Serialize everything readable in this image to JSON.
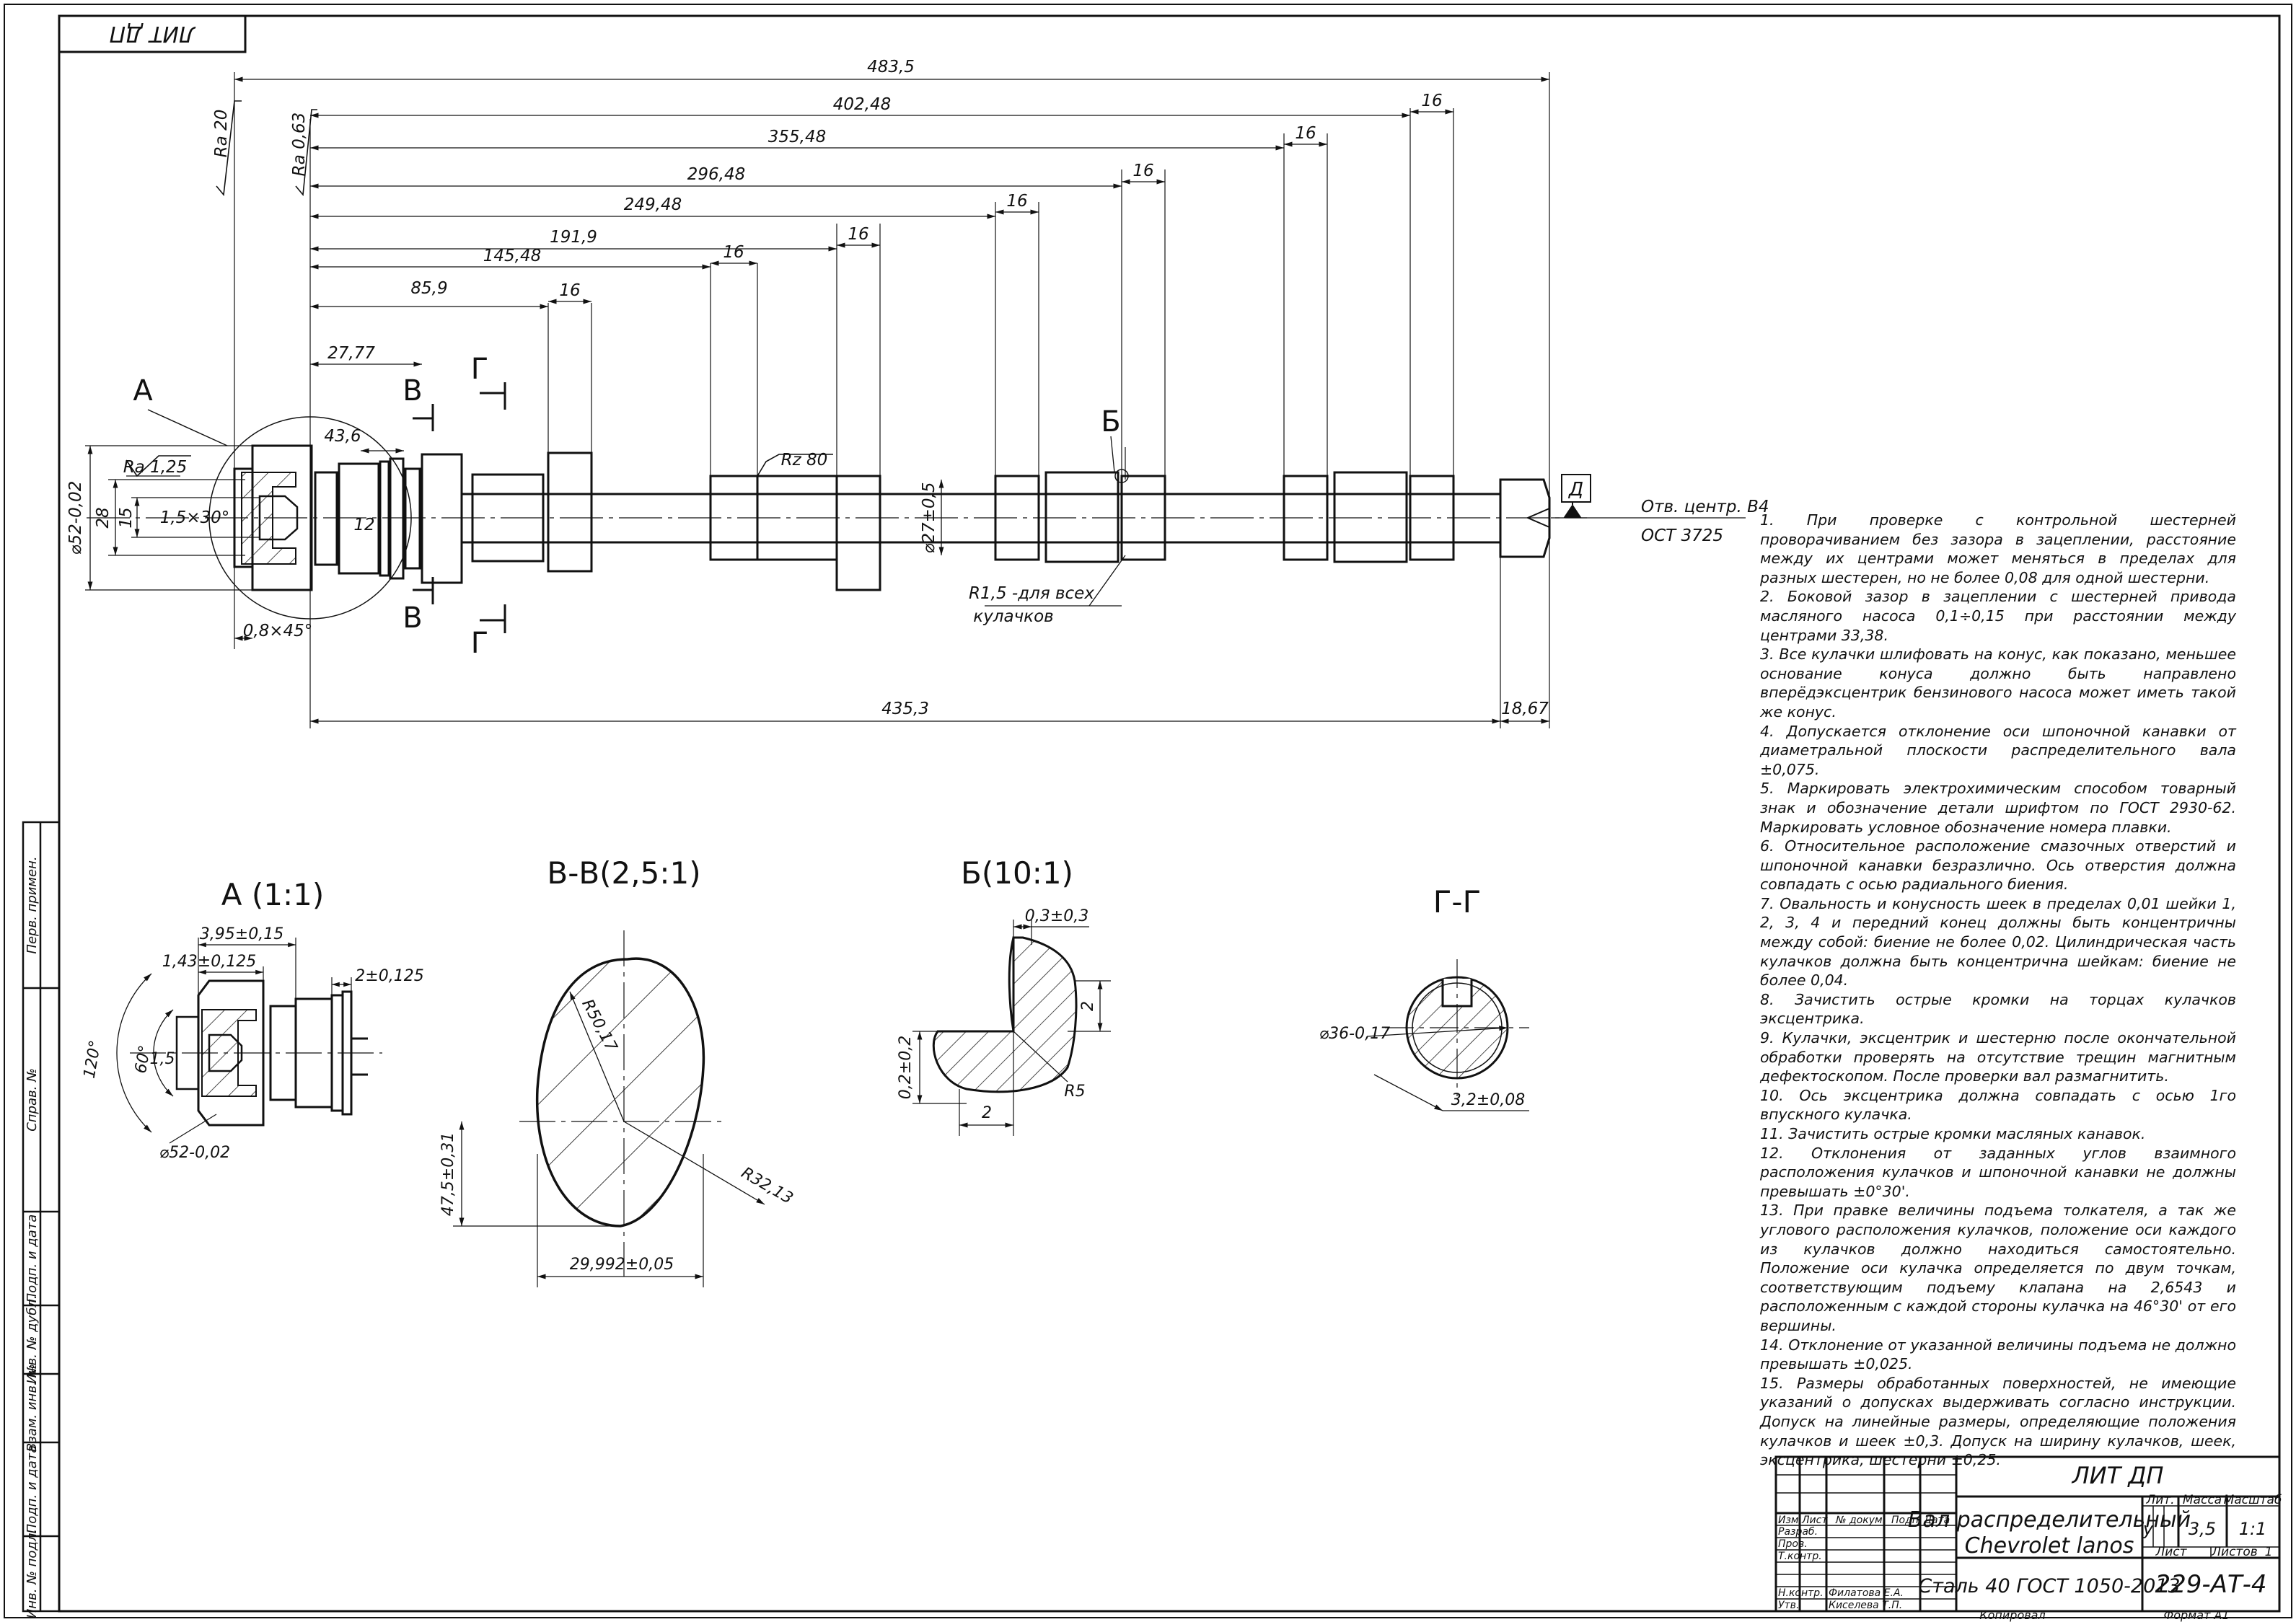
{
  "stamp_top": "ЛИТ ДП",
  "main_view": {
    "overall_length": "483,5",
    "chain": [
      "402,48",
      "355,48",
      "296,48",
      "249,48",
      "191,9",
      "145,48",
      "85,9",
      "27,77"
    ],
    "cam_widths": [
      "16",
      "16",
      "16",
      "16",
      "16",
      "16",
      "16"
    ],
    "bottom_length": "435,3",
    "bottom_right": "18,67",
    "roughness": [
      "Ra 20",
      "Ra 0,63",
      "Ra 1,25",
      "Rz 80"
    ],
    "dia_52": "⌀52-0,02",
    "dia_28": "28",
    "dia_15": "15",
    "chamfer_15": "1,5×30°",
    "chamfer_08": "0,8×45°",
    "dim_43_6": "43,6",
    "dim_12": "12",
    "dia_27": "⌀27±0,5",
    "radius_note_1": "R1,5 -для всех",
    "radius_note_2": "кулачков",
    "letter_a": "А",
    "letter_v": "В",
    "letter_g": "Г",
    "letter_b": "Б",
    "letter_d": "Д",
    "center_hole_1": "Отв. центр. В4",
    "center_hole_2": "ОСТ 3725"
  },
  "detail_a": {
    "title": "А (1:1)",
    "d1": "3,95±0,15",
    "d2": "1,43±0,125",
    "d3": "2±0,125",
    "a120": "120°",
    "a60": "60°",
    "d15": "1,5",
    "dia": "⌀52-0,02"
  },
  "section_vv": {
    "title": "В-В(2,5:1)",
    "r1": "R50,17",
    "r2": "R32,13",
    "h": "47,5±0,31",
    "w": "29,992±0,05"
  },
  "detail_b": {
    "title": "Б(10:1)",
    "d1": "0,3±0,3",
    "d2": "2",
    "d3": "0,2±0,2",
    "d4": "2",
    "r": "R5"
  },
  "section_gg": {
    "title": "Г-Г",
    "dia": "⌀36-0,17",
    "w": "3,2±0,08"
  },
  "notes": [
    "1. При проверке с контрольной шестерней проворачиванием без зазора в зацеплении, расстояние между их центрами может меняться в пределах для разных шестерен, но не более 0,08 для одной шестерни.",
    "2. Боковой зазор в зацеплении с шестерней привода масляного насоса 0,1÷0,15 при расстоянии между центрами 33,38.",
    "3. Все кулачки шлифовать на конус, как показано, меньшее основание конуса должно быть направлено вперёдэксцентрик бензинового насоса может иметь такой же конус.",
    "4. Допускается отклонение оси шпоночной канавки от диаметральной плоскости распределительного вала ±0,075.",
    "5. Маркировать электрохимическим способом товарный знак и обозначение детали шрифтом по ГОСТ 2930-62. Маркировать условное обозначение номера плавки.",
    "6. Относительное расположение смазочных отверстий и шпоночной канавки безразлично. Ось отверстия должна совпадать с осью радиального биения.",
    "7. Овальность и конусность шеек в пределах 0,01 шейки 1, 2, 3, 4 и передний конец должны быть концентричны между собой: биение не более 0,02. Цилиндрическая часть кулачков должна быть концентрична шейкам: биение не более 0,04.",
    "8. Зачистить острые кромки на торцах кулачков эксцентрика.",
    "9. Кулачки, эксцентрик и шестерню после окончательной обработки проверять на отсутствие трещин магнитным дефектоскопом. После проверки вал размагнитить.",
    "10. Ось эксцентрика должна совпадать с осью 1го впускного кулачка.",
    "11. Зачистить острые кромки масляных канавок.",
    "12. Отклонения от заданных углов взаимного расположения кулачков и шпоночной канавки не должны превышать ±0°30'.",
    "13. При правке величины подъема толкателя, а так же углового расположения кулачков, положение оси каждого из кулачков должно находиться самостоятельно. Положение оси кулачка определяется по двум точкам, соответствующим подъему клапана на 2,6543 и расположенным с каждой стороны кулачка на 46°30' от его вершины.",
    "14. Отклонение от указанной величины подъема не должно превышать ±0,025.",
    "15. Размеры обработанных поверхностей, не имеющие указаний о допусках выдерживать согласно инструкции. Допуск на линейные размеры, определяющие положения кулачков и шеек ±0,3. Допуск на ширину кулачков, шеек, эксцентрика, шестерни ±0,25."
  ],
  "title_block": {
    "org": "ЛИТ ДП",
    "name_1": "Вал распределительный",
    "name_2": "Chevrolet lanos",
    "material": "Сталь 40 ГОСТ 1050-2013",
    "code": "229-АТ-4",
    "lit_h": "Лит.",
    "mass_h": "Масса",
    "scale_h": "Масштаб",
    "lit": "у",
    "mass": "3,5",
    "scale": "1:1",
    "sheet_h": "Лист",
    "sheets_h": "Листов",
    "sheets": "1",
    "r_izm": "Изм.",
    "r_list": "Лист",
    "r_doc": "№ докум.",
    "r_podp": "Подп.",
    "r_data": "Дата",
    "r1": "Разраб.",
    "r2": "Пров.",
    "r3": "Т.контр.",
    "r4": "Н.контр.",
    "r5": "Утв.",
    "n4": "Филатова Е.А.",
    "n5": "Киселева Т.П.",
    "copied": "Копировал",
    "format": "Формат   А1"
  },
  "side_stamp": [
    "Перв. примен.",
    "Справ. №",
    "Подп. и дата",
    "Инв. № дубл.",
    "Взам. инв. №",
    "Подп. и дата",
    "Инв. № подл."
  ]
}
